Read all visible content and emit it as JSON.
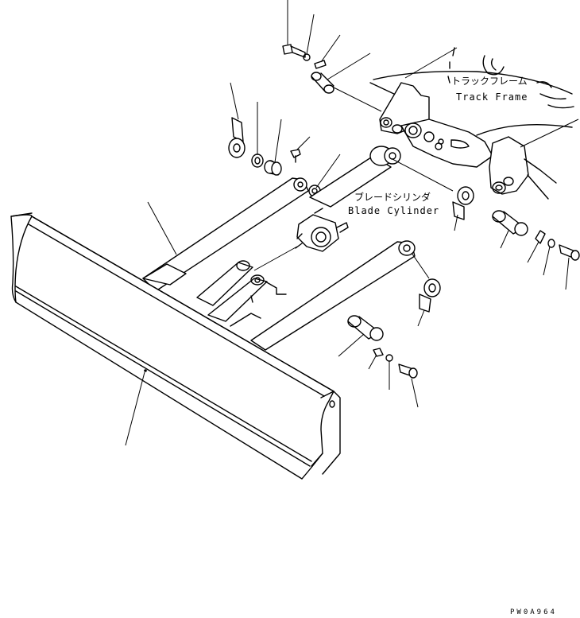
{
  "labels": {
    "track_frame_ja": "トラックフレーム",
    "track_frame_en": "Track Frame",
    "blade_cylinder_ja": "ブレードシリンダ",
    "blade_cylinder_en": "Blade Cylinder"
  },
  "drawing_code": "PW0A964"
}
